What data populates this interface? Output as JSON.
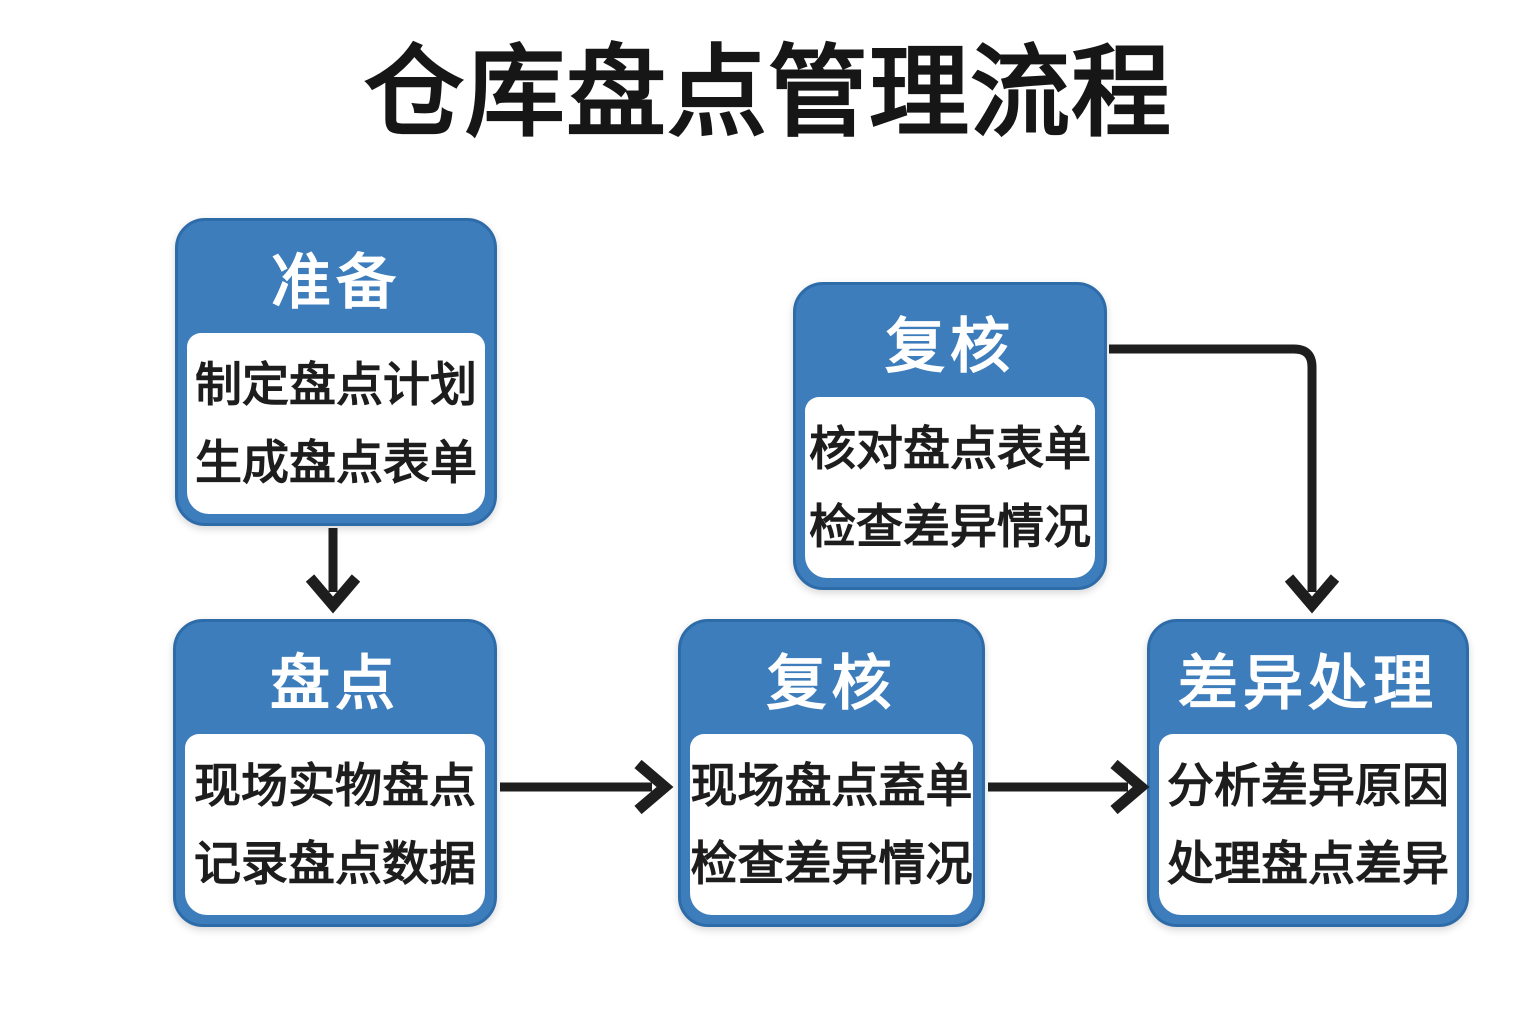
{
  "title": "仓库盘点管理流程",
  "colors": {
    "page_bg": "#FFFFFF",
    "box_fill": "#3D7DBC",
    "box_border": "#2E6CA9",
    "header_text": "#FFFFFF",
    "body_bg": "#FFFFFF",
    "body_text": "#1D1D1D",
    "arrow": "#1E1E1E"
  },
  "nodes": {
    "prepare": {
      "title": "准备",
      "lines": [
        "制定盘点计划",
        "生成盘点表单"
      ]
    },
    "review_top": {
      "title": "复核",
      "lines": [
        "核对盘点表单",
        "检查差异情况"
      ]
    },
    "count": {
      "title": "盘点",
      "lines": [
        "现场实物盘点",
        "记录盘点数据"
      ]
    },
    "review_mid": {
      "title": "复核",
      "lines": [
        "现场盘点盍单",
        "检查差异情况"
      ]
    },
    "diff": {
      "title": "差异处理",
      "lines": [
        "分析差异原因",
        "处理盘点差异"
      ]
    }
  },
  "edges": [
    {
      "from": "prepare",
      "to": "count",
      "shape": "straight-down"
    },
    {
      "from": "count",
      "to": "review_mid",
      "shape": "straight-right"
    },
    {
      "from": "review_mid",
      "to": "diff",
      "shape": "straight-right"
    },
    {
      "from": "review_top",
      "to": "diff",
      "shape": "elbow-right-then-down"
    }
  ]
}
